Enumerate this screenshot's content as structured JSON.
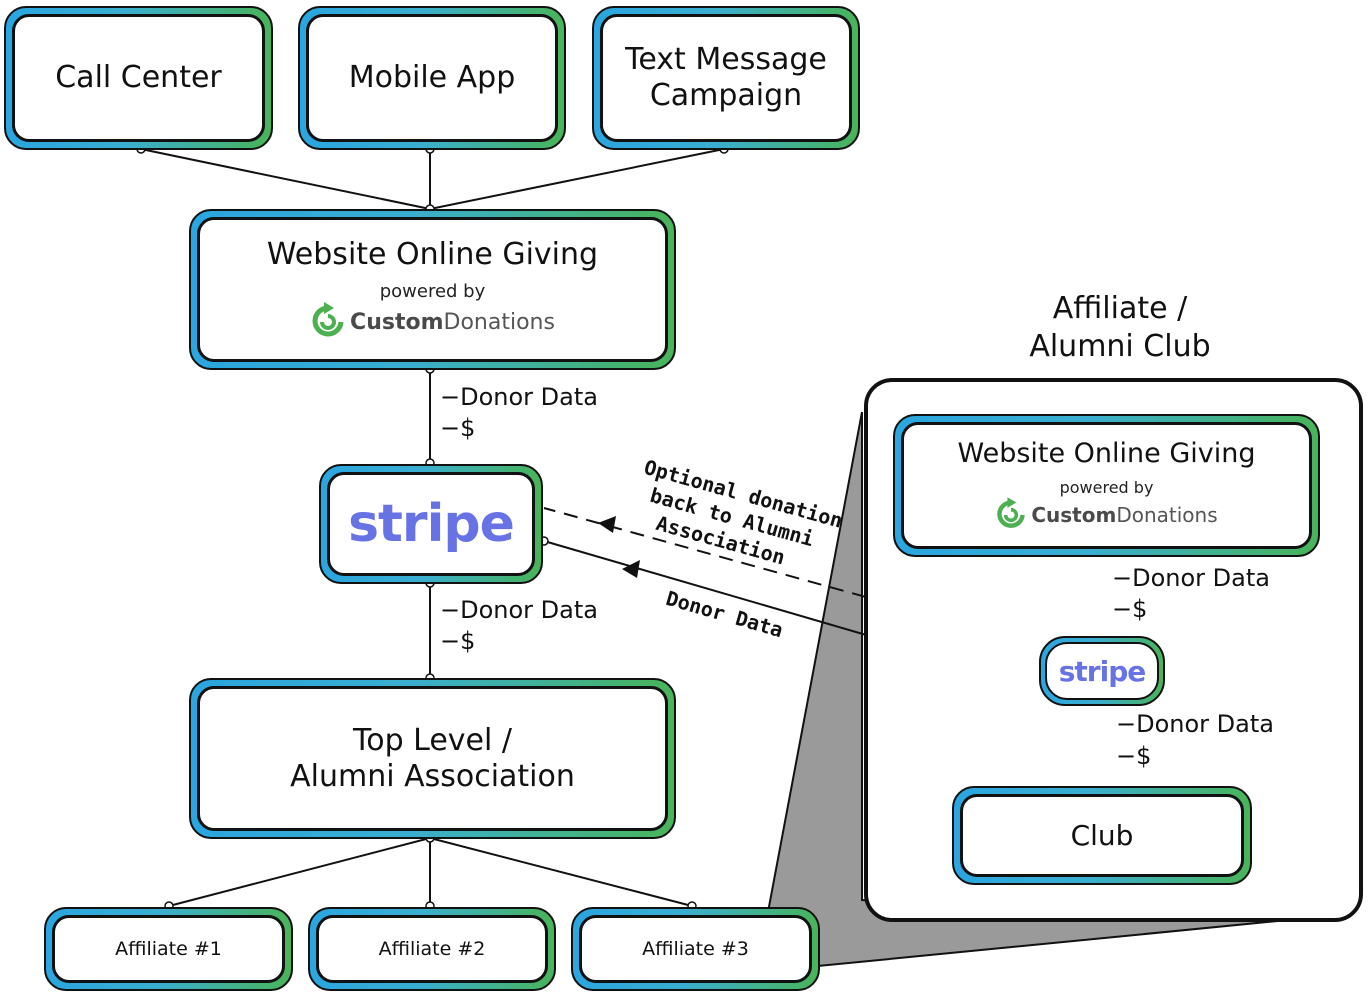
{
  "diagram": {
    "nodes": {
      "call_center": "Call Center",
      "mobile_app": "Mobile App",
      "text_campaign_line1": "Text Message",
      "text_campaign_line2": "Campaign",
      "website_giving": "Website Online Giving",
      "powered_by": "powered by",
      "cd_brand_bold": "Custom",
      "cd_brand_light": "Donations",
      "stripe": "stripe",
      "top_level_line1": "Top Level /",
      "top_level_line2": "Alumni Association",
      "affiliate_1": "Affiliate #1",
      "affiliate_2": "Affiliate #2",
      "affiliate_3": "Affiliate #3",
      "club": "Club"
    },
    "club_panel": {
      "title_line1": "Affiliate /",
      "title_line2": "Alumni Club",
      "website_giving": "Website Online Giving",
      "powered_by": "powered by",
      "cd_brand_bold": "Custom",
      "cd_brand_light": "Donations",
      "stripe": "stripe"
    },
    "flow_labels": {
      "donor_data": "Donor Data",
      "money": "$"
    },
    "edge_labels": {
      "optional_line1": "Optional donation",
      "optional_line2": "back to Alumni",
      "optional_line3": "Association",
      "donor_data_edge": "Donor Data"
    },
    "colors": {
      "gradient_blue": "#2aa6e0",
      "gradient_green": "#48b45a",
      "stripe_purple": "#6772e5",
      "zoom_gray": "#9a9a9a"
    }
  }
}
